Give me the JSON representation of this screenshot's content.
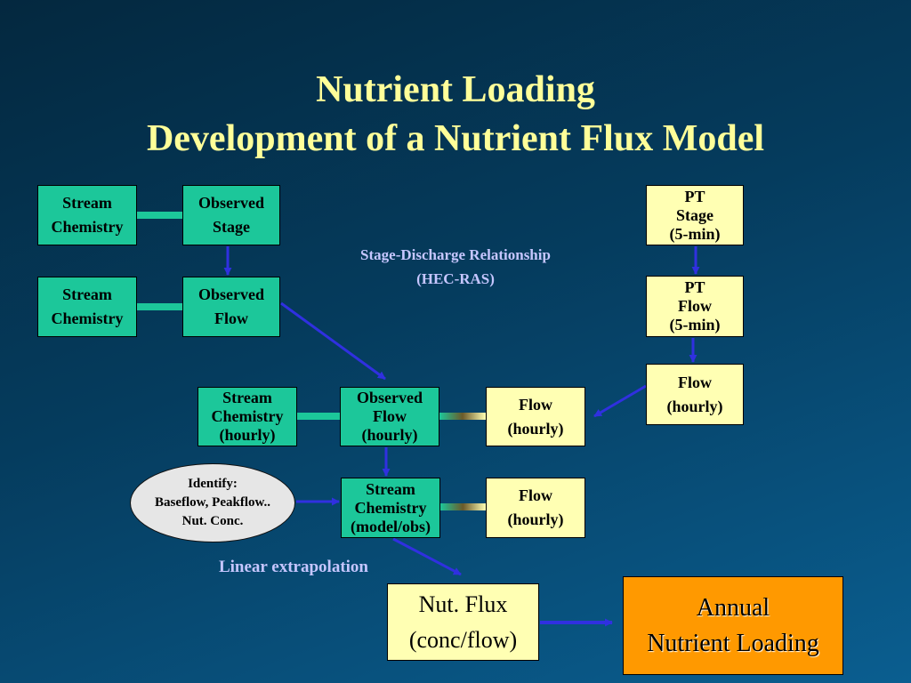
{
  "title": {
    "line1": "Nutrient Loading",
    "line2": "Development of a Nutrient Flux Model"
  },
  "boxes": {
    "stream_chemistry_1": [
      "Stream",
      "Chemistry"
    ],
    "observed_stage": [
      "Observed",
      "Stage"
    ],
    "stream_chemistry_2": [
      "Stream",
      "Chemistry"
    ],
    "observed_flow": [
      "Observed",
      "Flow"
    ],
    "pt_stage": [
      "PT",
      "Stage",
      "(5-min)"
    ],
    "pt_flow": [
      "PT",
      "Flow",
      "(5-min)"
    ],
    "flow_hourly_right": [
      "Flow",
      "(hourly)"
    ],
    "stream_chemistry_hourly": [
      "Stream",
      "Chemistry",
      "(hourly)"
    ],
    "observed_flow_hourly": [
      "Observed",
      "Flow",
      "(hourly)"
    ],
    "flow_hourly_middle": [
      "Flow",
      "(hourly)"
    ],
    "stream_chemistry_model": [
      "Stream",
      "Chemistry",
      "(model/obs)"
    ],
    "flow_hourly_lower": [
      "Flow",
      "(hourly)"
    ],
    "nut_flux": [
      "Nut. Flux",
      "(conc/flow)"
    ],
    "annual_loading": [
      "Annual",
      "Nutrient Loading"
    ]
  },
  "identify": [
    "Identify:",
    "Baseflow, Peakflow..",
    "Nut. Conc."
  ],
  "notes": {
    "stage_discharge": [
      "Stage-Discharge Relationship",
      "(HEC-RAS)"
    ],
    "linear_extrapolation": "Linear extrapolation"
  },
  "colors": {
    "title": "#ffff99",
    "green_box": "#1cc79a",
    "yellow_box": "#ffffb3",
    "orange_box": "#ff9900",
    "arrow": "#3030e0",
    "note": "#c6c6ff"
  }
}
